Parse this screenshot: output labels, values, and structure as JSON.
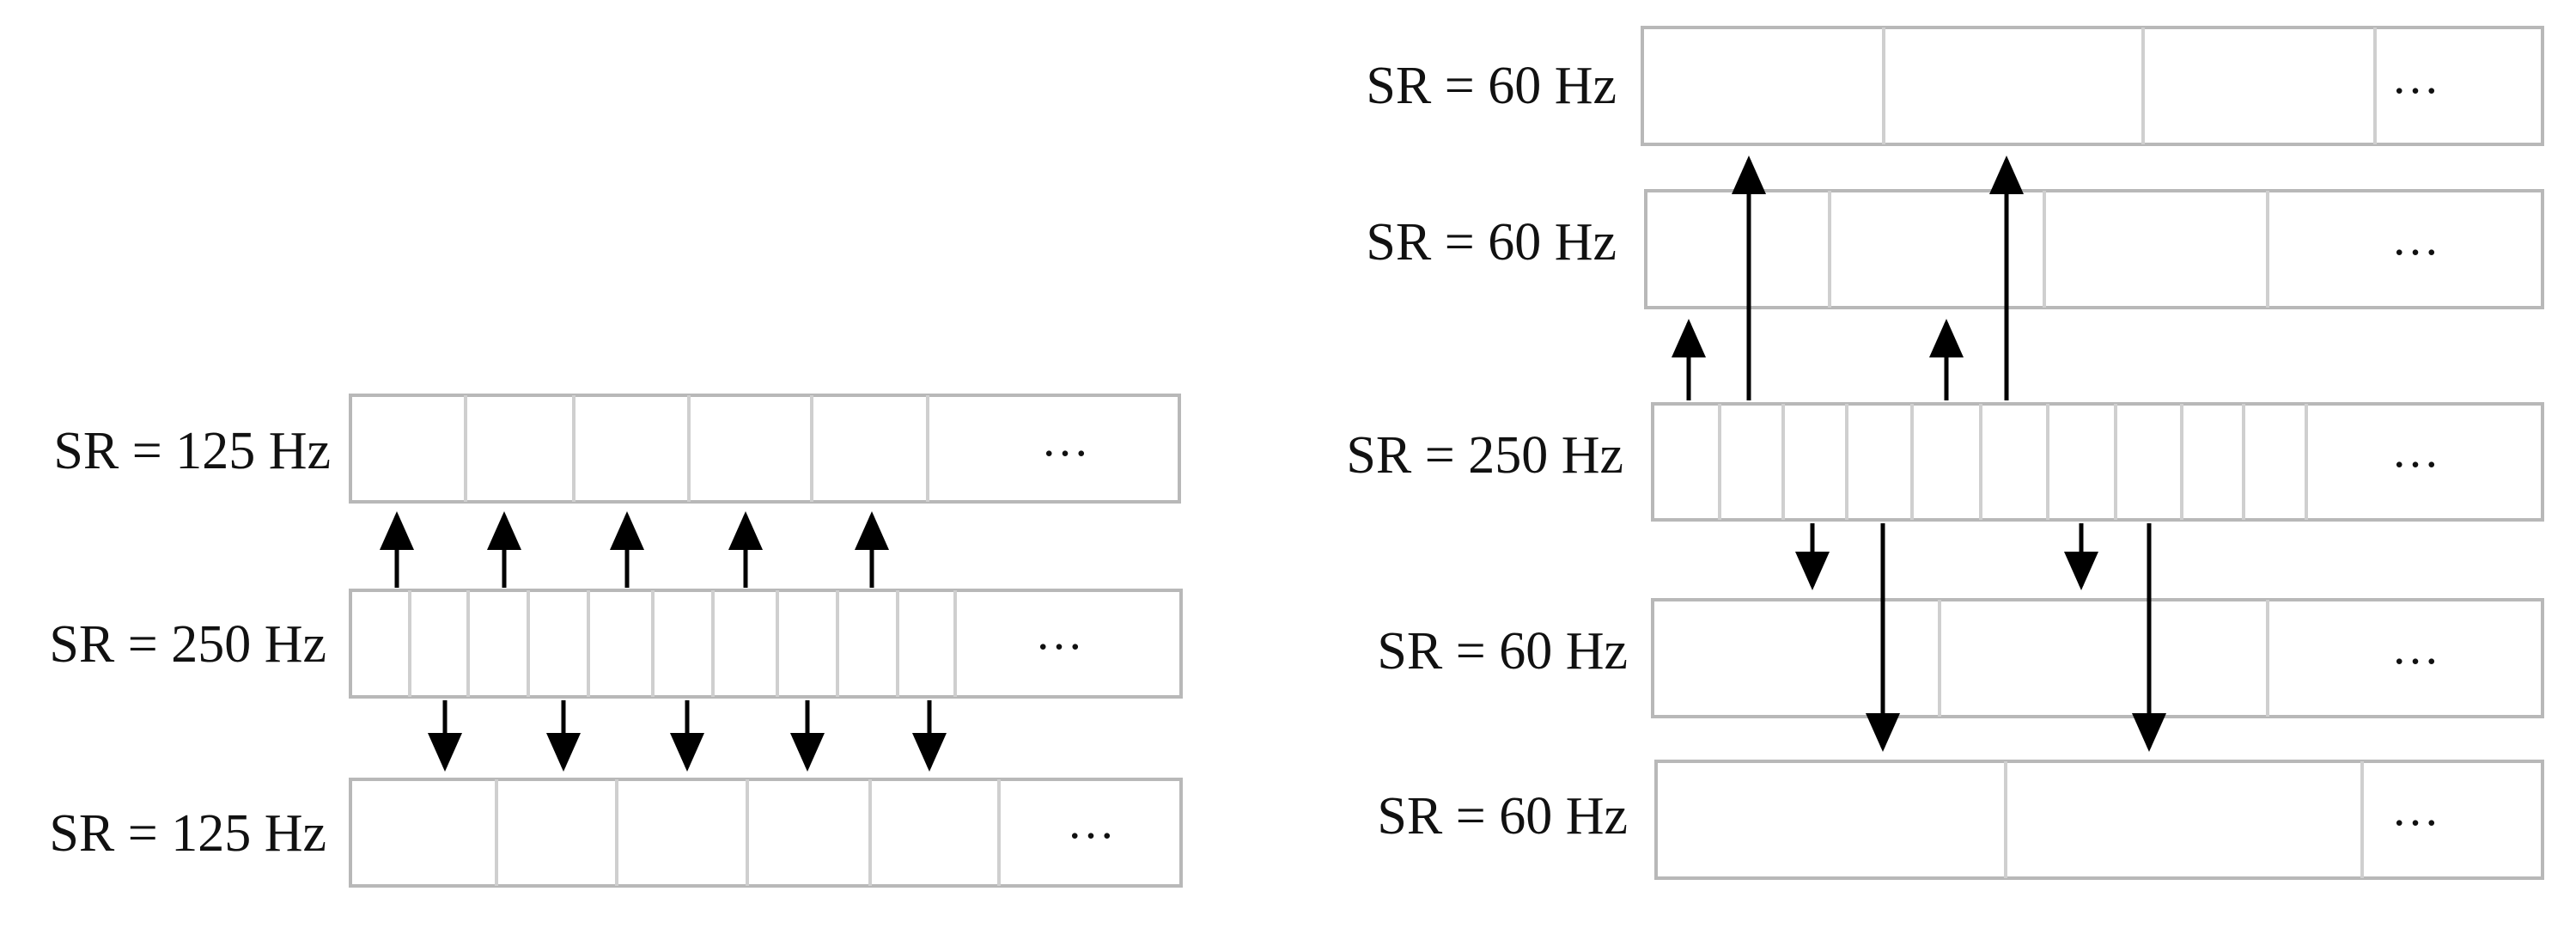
{
  "colors": {
    "background": "#ffffff",
    "box_border": "#b8b8b8",
    "cell_divider": "#cfcfcf",
    "arrow": "#000000",
    "text": "#111111"
  },
  "ellipsis": "…",
  "left_diagram": {
    "rows": [
      {
        "id": "top",
        "label": "SR = 125 Hz"
      },
      {
        "id": "middle",
        "label": "SR = 250 Hz"
      },
      {
        "id": "bottom",
        "label": "SR = 125 Hz"
      }
    ]
  },
  "right_diagram": {
    "rows": [
      {
        "id": "top-1",
        "label": "SR = 60 Hz"
      },
      {
        "id": "top-2",
        "label": "SR = 60 Hz"
      },
      {
        "id": "middle",
        "label": "SR = 250 Hz"
      },
      {
        "id": "bottom-1",
        "label": "SR = 60 Hz"
      },
      {
        "id": "bottom-2",
        "label": "SR = 60 Hz"
      }
    ]
  }
}
